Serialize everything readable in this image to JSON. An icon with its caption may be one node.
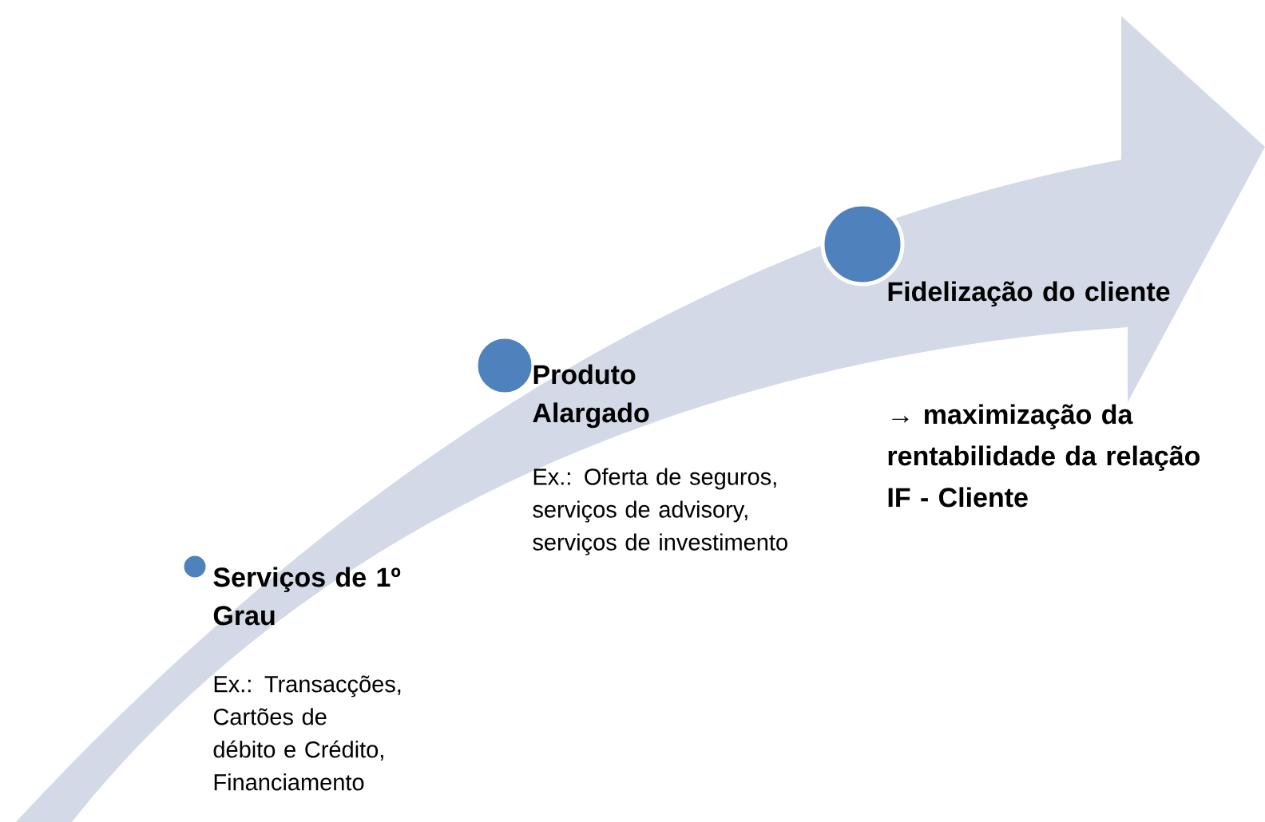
{
  "diagram": {
    "nodes": [
      {
        "text": [
          "Serviços de 1º Grau",
          "Ex.: Transacções, Cartões de débito e Crédito, Financiamento"
        ]
      },
      {
        "text": [
          "Produto Alargado",
          "Ex.: Oferta de seguros, serviços de advisory, serviços de investimento"
        ]
      },
      {
        "text": [
          "Fidelização do cliente",
          "→ maximização da rentabilidade da relação IF - Cliente"
        ]
      }
    ]
  }
}
